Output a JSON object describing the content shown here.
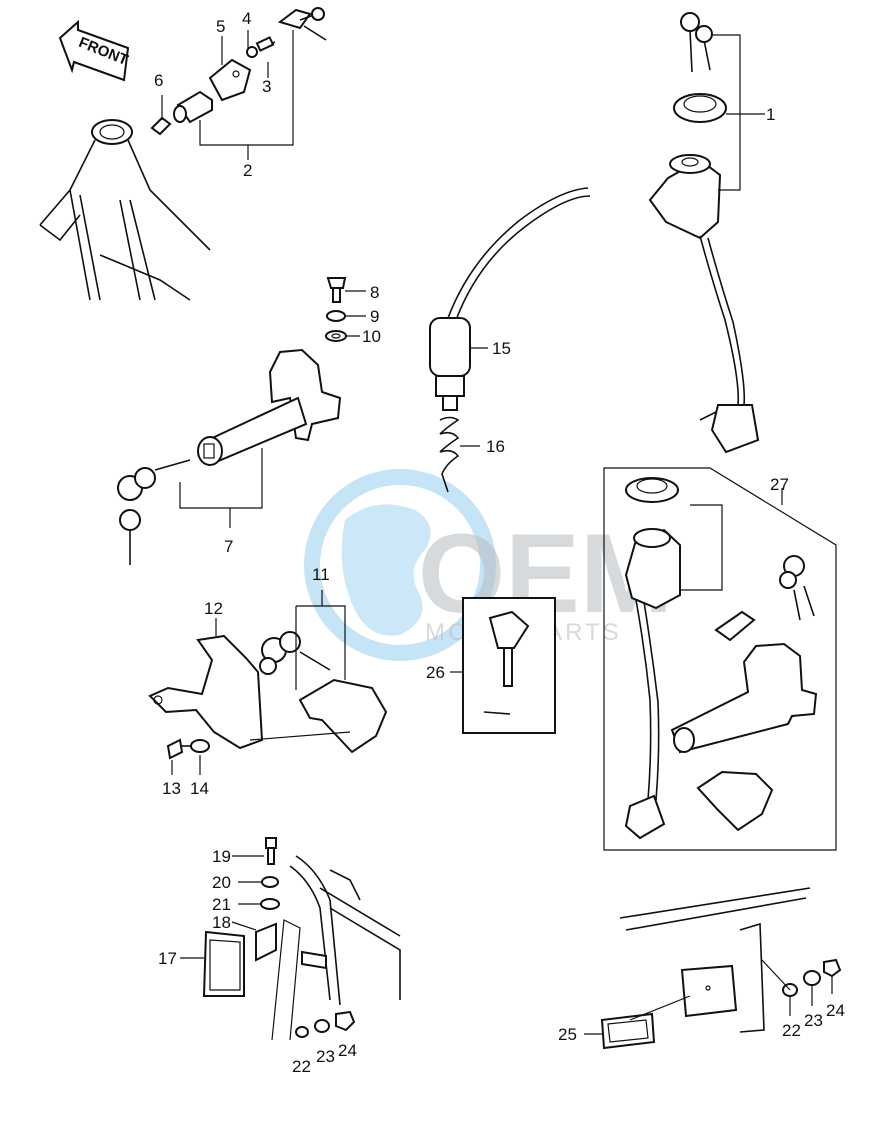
{
  "diagram": {
    "front_label": "FRONT",
    "callouts": {
      "n1": "1",
      "n2": "2",
      "n3": "3",
      "n4": "4",
      "n5": "5",
      "n6": "6",
      "n7": "7",
      "n8": "8",
      "n9": "9",
      "n10": "10",
      "n11": "11",
      "n12": "12",
      "n13": "13",
      "n14": "14",
      "n15": "15",
      "n16": "16",
      "n17": "17",
      "n18": "18",
      "n19": "19",
      "n20": "20",
      "n21": "21",
      "n22a": "22",
      "n23a": "23",
      "n24a": "24",
      "n22b": "22",
      "n23b": "23",
      "n24b": "24",
      "n25": "25",
      "n26": "26",
      "n27": "27"
    }
  },
  "watermark": {
    "brand": "OEM",
    "sub": "MOTORPARTS"
  },
  "colors": {
    "ink": "#111111",
    "watermark_blue": "#7fc4ea",
    "watermark_gray": "#b8bcc2"
  }
}
